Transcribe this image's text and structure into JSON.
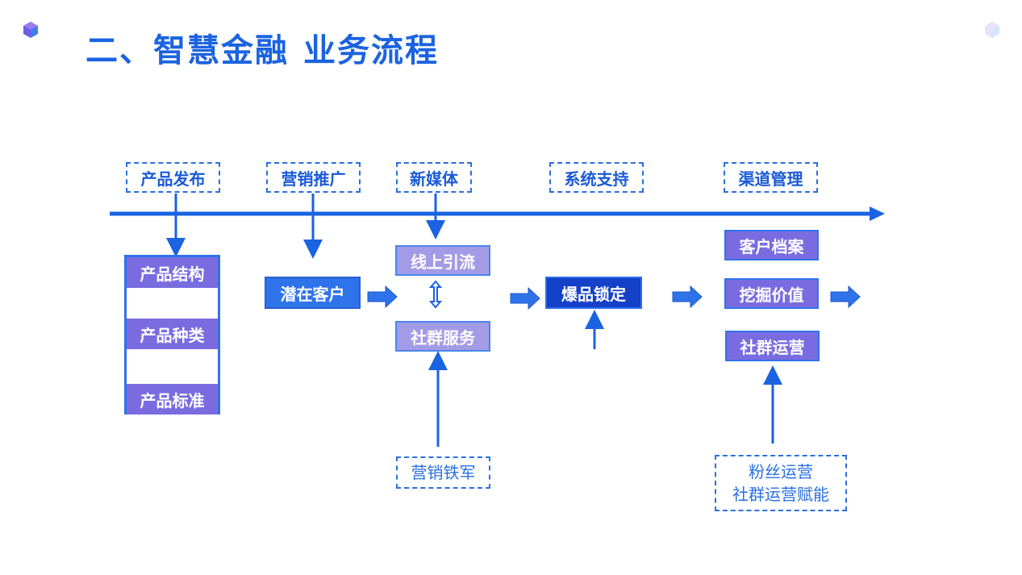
{
  "title": {
    "main": "二、智慧金融",
    "sub": "业务流程"
  },
  "phases": [
    "产品发布",
    "营销推广",
    "新媒体",
    "系统支持",
    "渠道管理"
  ],
  "product_stack": [
    "产品结构",
    "产品种类",
    "产品标准"
  ],
  "potential_customer": "潜在客户",
  "online_traffic": "线上引流",
  "community_service": "社群服务",
  "marketing_army": "营销铁军",
  "hot_product_lock": "爆品锁定",
  "channel_items": [
    "客户档案",
    "挖掘价值",
    "社群运营"
  ],
  "fan_ops": {
    "line1": "粉丝运营",
    "line2": "社群运营赋能"
  },
  "colors": {
    "title": "#1b63e0",
    "accent": "#2f73ea",
    "purple": "#7a6ce0",
    "light_purple": "#a49be6",
    "navy": "#1540c8"
  }
}
